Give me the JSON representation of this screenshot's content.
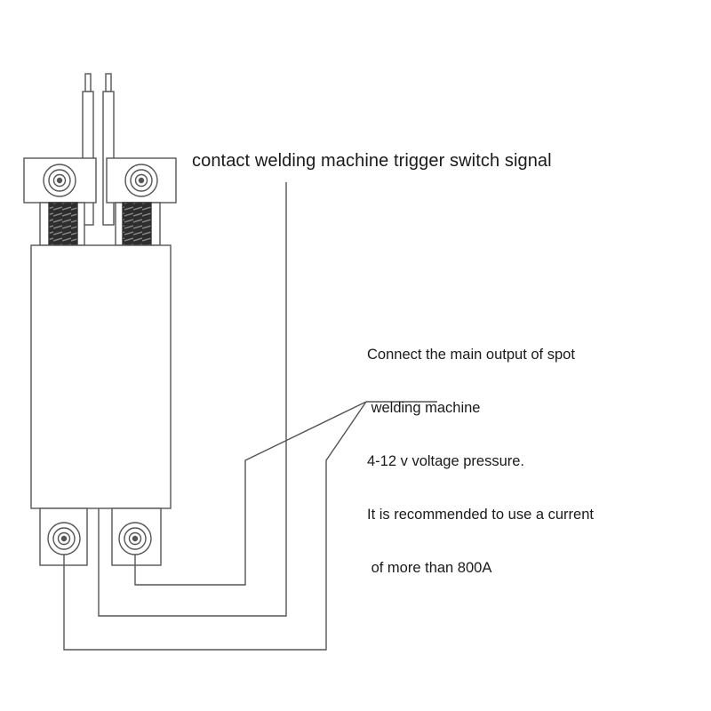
{
  "labels": {
    "trigger_signal": "contact welding machine trigger switch signal",
    "output_note": [
      "Connect the main output of spot",
      " welding machine",
      "4-12 v voltage pressure.",
      "It is recommended to use a current",
      " of more than 800A"
    ]
  },
  "colors": {
    "line": "#555555",
    "thread": "#3a3a3a",
    "text": "#1a1a1a"
  }
}
